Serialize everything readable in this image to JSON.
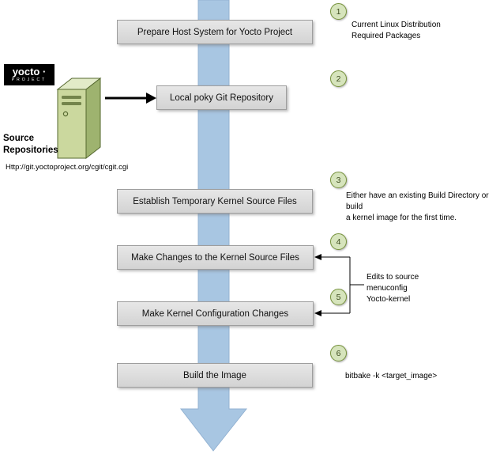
{
  "logo": {
    "wordmark": "yocto ·",
    "subtitle": "PROJECT"
  },
  "source_repo": {
    "label": "Source\nRepositories",
    "url": "Http://git.yoctoproject.org/cgit/cgit.cgi"
  },
  "steps": [
    {
      "num": "1",
      "label": "Prepare Host System for Yocto Project"
    },
    {
      "num": "2",
      "label": "Local poky Git Repository"
    },
    {
      "num": "3",
      "label": "Establish Temporary Kernel Source Files"
    },
    {
      "num": "4",
      "label": "Make Changes to the Kernel Source Files"
    },
    {
      "num": "5",
      "label": "Make Kernel Configuration Changes"
    },
    {
      "num": "6",
      "label": "Build the Image"
    }
  ],
  "notes": {
    "step1": "Current Linux Distribution\nRequired Packages",
    "step3": "Either have an existing Build Directory or build\na kernel image for the first time.",
    "steps4_5": "Edits to source\nmenuconfig\nYocto-kernel",
    "step6": "bitbake -k <target_image>"
  },
  "colors": {
    "flow_arrow_blue": "#a8c6e2",
    "step_box_gray": "#d9d9d9",
    "circle_fill": "#d6e4bc",
    "circle_border": "#77933c",
    "server_green": "#cbd89e",
    "logo_background": "#000000"
  }
}
